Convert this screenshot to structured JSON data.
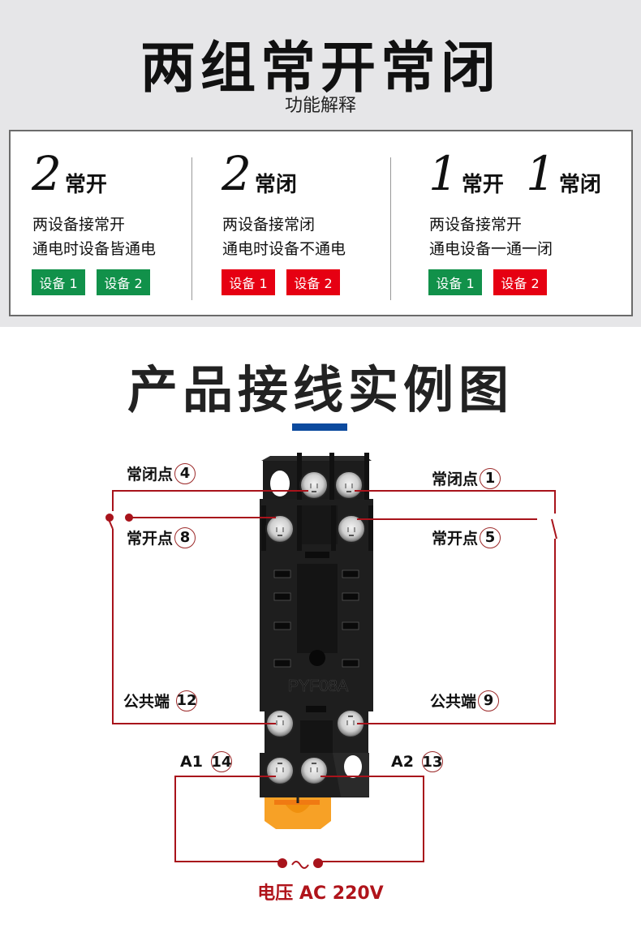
{
  "header": {
    "title": "两组常开常闭",
    "subtitle": "功能解释"
  },
  "modes": [
    {
      "count": "2",
      "type": "常开",
      "desc_line1": "两设备接常开",
      "desc_line2": "通电时设备皆通电",
      "tags": [
        {
          "label": "设备 1",
          "color": "#11914a"
        },
        {
          "label": "设备 2",
          "color": "#11914a"
        }
      ]
    },
    {
      "count": "2",
      "type": "常闭",
      "desc_line1": "两设备接常闭",
      "desc_line2": "通电时设备不通电",
      "tags": [
        {
          "label": "设备 1",
          "color": "#e60012"
        },
        {
          "label": "设备 2",
          "color": "#e60012"
        }
      ]
    },
    {
      "count_a": "1",
      "type_a": "常开",
      "count_b": "1",
      "type_b": "常闭",
      "desc_line1": "两设备接常开",
      "desc_line2": "通电设备一通一闭",
      "tags": [
        {
          "label": "设备 1",
          "color": "#11914a"
        },
        {
          "label": "设备 2",
          "color": "#e60012"
        }
      ]
    }
  ],
  "wiring": {
    "title": "产品接线实例图",
    "model": "PYF08A",
    "terminals": {
      "nc_left": {
        "label": "常闭点",
        "num": "4"
      },
      "nc_right": {
        "label": "常闭点",
        "num": "1"
      },
      "no_left": {
        "label": "常开点",
        "num": "8"
      },
      "no_right": {
        "label": "常开点",
        "num": "5"
      },
      "com_left": {
        "label": "公共端",
        "num": "12"
      },
      "com_right": {
        "label": "公共端",
        "num": "9"
      },
      "a1": {
        "label": "A1",
        "num": "14"
      },
      "a2": {
        "label": "A2",
        "num": "13"
      }
    },
    "ac_symbol": "~",
    "voltage": "电压 AC 220V"
  },
  "colors": {
    "wire": "#a8131b",
    "accent_blue": "#0c4a9e",
    "green": "#11914a",
    "red": "#e60012"
  }
}
